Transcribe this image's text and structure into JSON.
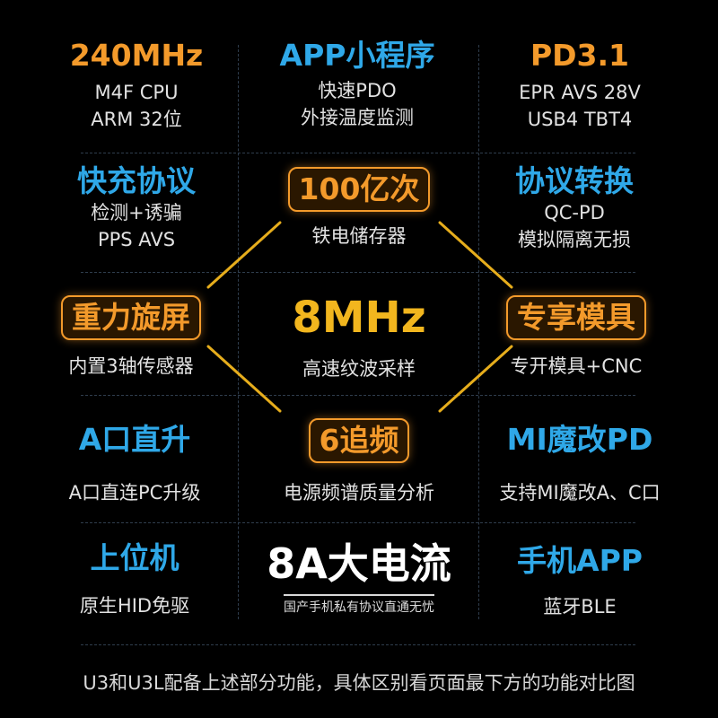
{
  "row1": {
    "left": {
      "title": "240MHz",
      "lines": [
        "M4F CPU",
        "ARM 32位"
      ]
    },
    "center": {
      "title": "APP小程序",
      "lines": [
        "快速PDO",
        "外接温度监测"
      ]
    },
    "right": {
      "title": "PD3.1",
      "lines": [
        "EPR AVS 28V",
        "USB4 TBT4"
      ]
    }
  },
  "row2": {
    "left": {
      "title": "快充协议",
      "lines": [
        "检测+诱骗",
        "PPS AVS"
      ]
    },
    "center": {
      "title": "100亿次",
      "lines": [
        "铁电储存器"
      ]
    },
    "right": {
      "title": "协议转换",
      "lines": [
        "QC-PD",
        "模拟隔离无损"
      ]
    }
  },
  "row3": {
    "left": {
      "title": "重力旋屏",
      "lines": [
        "内置3轴传感器"
      ]
    },
    "center": {
      "title": "8MHz",
      "lines": [
        "高速纹波采样"
      ]
    },
    "right": {
      "title": "专享模具",
      "lines": [
        "专开模具+CNC"
      ]
    }
  },
  "row4": {
    "left": {
      "title": "A口直升",
      "lines": [
        "A口直连PC升级"
      ]
    },
    "center": {
      "title": "6追频",
      "lines": [
        "电源频谱质量分析"
      ]
    },
    "right": {
      "title": "MI魔改PD",
      "lines": [
        "支持MI魔改A、C口"
      ]
    }
  },
  "row5": {
    "left": {
      "title": "上位机",
      "lines": [
        "原生HID免驱"
      ]
    },
    "center": {
      "title": "8A大电流",
      "lines": [
        "国产手机私有协议直通无忧"
      ]
    },
    "right": {
      "title": "手机APP",
      "lines": [
        "蓝牙BLE"
      ]
    }
  },
  "footer": "U3和U3L配备上述部分功能，具体区别看页面最下方的功能对比图",
  "colors": {
    "orange": "#f39a2b",
    "blue": "#2fa8e8",
    "gold": "#f2b61e",
    "background": "#000000"
  }
}
